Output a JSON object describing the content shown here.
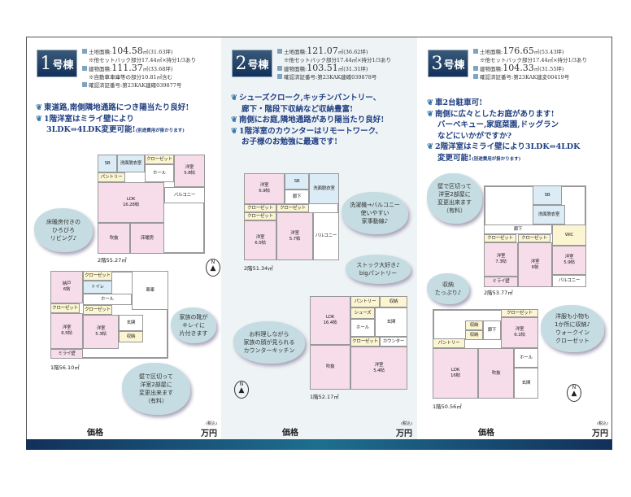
{
  "buildings": [
    {
      "num": "1",
      "suffix": "号棟",
      "specs": {
        "land_label": "土地面積:",
        "land_value": "104.58",
        "land_unit": "㎡(31.63坪)",
        "land_note": "※他セットバック部分17.44㎡×持分1/3あり",
        "building_label": "建物面積:",
        "building_value": "111.37",
        "building_unit": "㎡(33.68坪)",
        "building_note": "※自動車車庫等の部分10.81㎡含む",
        "cert": "確認済証番号:第23KAK建確039877号"
      },
      "features": [
        "東道路,南側隣地通路につき陽当たり良好!",
        "1階洋室はミライ壁により",
        "3LDK⇔4LDK変更可能!"
      ],
      "feature_note": "(別途費用が掛かります)",
      "floor2": {
        "area": "2階55.27㎡",
        "rooms": [
          "SB",
          "洗面脱衣室",
          "クローゼット",
          "洋室\n5.8帖",
          "パントリー",
          "ホール",
          "バルコニー",
          "LDK\n16.28帖",
          "吹抜",
          "床暖房"
        ]
      },
      "floor1": {
        "area": "1階56.10㎡",
        "rooms": [
          "納戸\n6帖",
          "クローゼット",
          "トイレ",
          "ホール",
          "車庫",
          "クローゼット",
          "クローゼット",
          "洋室\n6.5帖",
          "洋室\n5.3帖",
          "玄関",
          "ミライ壁",
          "収納"
        ]
      },
      "callouts": [
        "床暖房付きの\nひろびろ\nリビング♪",
        "家族の靴が\nキレイに\n片付きます",
        "壁で区切って\n洋室2部屋に\n変更出来ます\n（有料）"
      ],
      "price_label": "価格",
      "tax_label": "(税込)",
      "price_unit": "万円"
    },
    {
      "num": "2",
      "suffix": "号棟",
      "specs": {
        "land_label": "土地面積:",
        "land_value": "121.07",
        "land_unit": "㎡(36.62坪)",
        "land_note": "※他セットバック部分17.44㎡×持分1/3あり",
        "building_label": "建物面積:",
        "building_value": "103.51",
        "building_unit": "㎡(31.31坪)",
        "cert": "確認済証番号:第23KAK建確039878号"
      },
      "features": [
        "シューズクローク,キッチンパントリー、",
        "廊下・階段下収納など収納豊富!",
        "南側にお庭,隣地通路があり陽当たり良好!",
        "1階洋室のカウンターはリモートワーク、",
        "お子様のお勉強に最適です!"
      ],
      "floor2": {
        "area": "2階51.34㎡",
        "rooms": [
          "洋室\n6.9帖",
          "SB",
          "洗面脱衣室",
          "廊下",
          "クローゼット",
          "クローゼット",
          "クローゼット",
          "洋室\n6.5帖",
          "洋室\n5.7帖",
          "バルコニー"
        ]
      },
      "floor1": {
        "area": "1階52.17㎡",
        "rooms": [
          "LDK\n16.4帖",
          "パントリー",
          "収納",
          "シューズ",
          "ホール",
          "玄関",
          "クローゼット",
          "カウンター",
          "洋室\n5.4帖",
          "吹抜"
        ]
      },
      "callouts": [
        "洗濯機→バルコニー\n使いやすい\n家事動線♪",
        "ストック大好き♪\nbigパントリー",
        "お料理しながら\n家族の顔が見られる\nカウンターキッチン"
      ],
      "price_label": "価格",
      "tax_label": "(税込)",
      "price_unit": "万円"
    },
    {
      "num": "3",
      "suffix": "号棟",
      "specs": {
        "land_label": "土地面積:",
        "land_value": "176.65",
        "land_unit": "㎡(53.43坪)",
        "land_note": "※他セットバック部分17.44㎡×持分1/3あり",
        "building_label": "建物面積:",
        "building_value": "104.33",
        "building_unit": "㎡(31.55坪)",
        "cert": "確認済証番号:第23KAK建変00419号"
      },
      "features": [
        "車2台駐車可!",
        "南側に広々としたお庭があります!",
        "バーベキュー,家庭菜園,ドッグラン",
        "などにいかがですか?",
        "2階洋室はミライ壁により3LDK⇔4LDK",
        "変更可能!"
      ],
      "feature_note": "(別途費用が掛かります)",
      "floor2": {
        "area": "2階53.77㎡",
        "rooms": [
          "SB",
          "洗面脱衣室",
          "廊下",
          "WIC",
          "クローゼット",
          "クローゼット",
          "洋室\n7.3帖",
          "洋室\n6帖",
          "洋室\n5.9帖",
          "ミライ壁",
          "バルコニー"
        ]
      },
      "floor1": {
        "area": "1階50.56㎡",
        "rooms": [
          "クローゼット",
          "洋室\n6.1帖",
          "収納",
          "廊下",
          "収納",
          "パントリー",
          "LDK\n16帖",
          "ホール",
          "玄関",
          "吹抜"
        ]
      },
      "callouts": [
        "壁で区切って\n洋室2部屋に\n変更出来ます\n（有料）",
        "収納\nたっぷり♪",
        "洋服も小物も\n1か所に収納♪\nウォークイン\nクローゼット"
      ],
      "price_label": "価格",
      "tax_label": "(税込)",
      "price_unit": "万円"
    }
  ],
  "compass_label": "N",
  "colors": {
    "navy": "#12305a",
    "room_pink": "#f7dde9",
    "feature_text": "#1f3f82",
    "cloud": "#c5dde2"
  }
}
